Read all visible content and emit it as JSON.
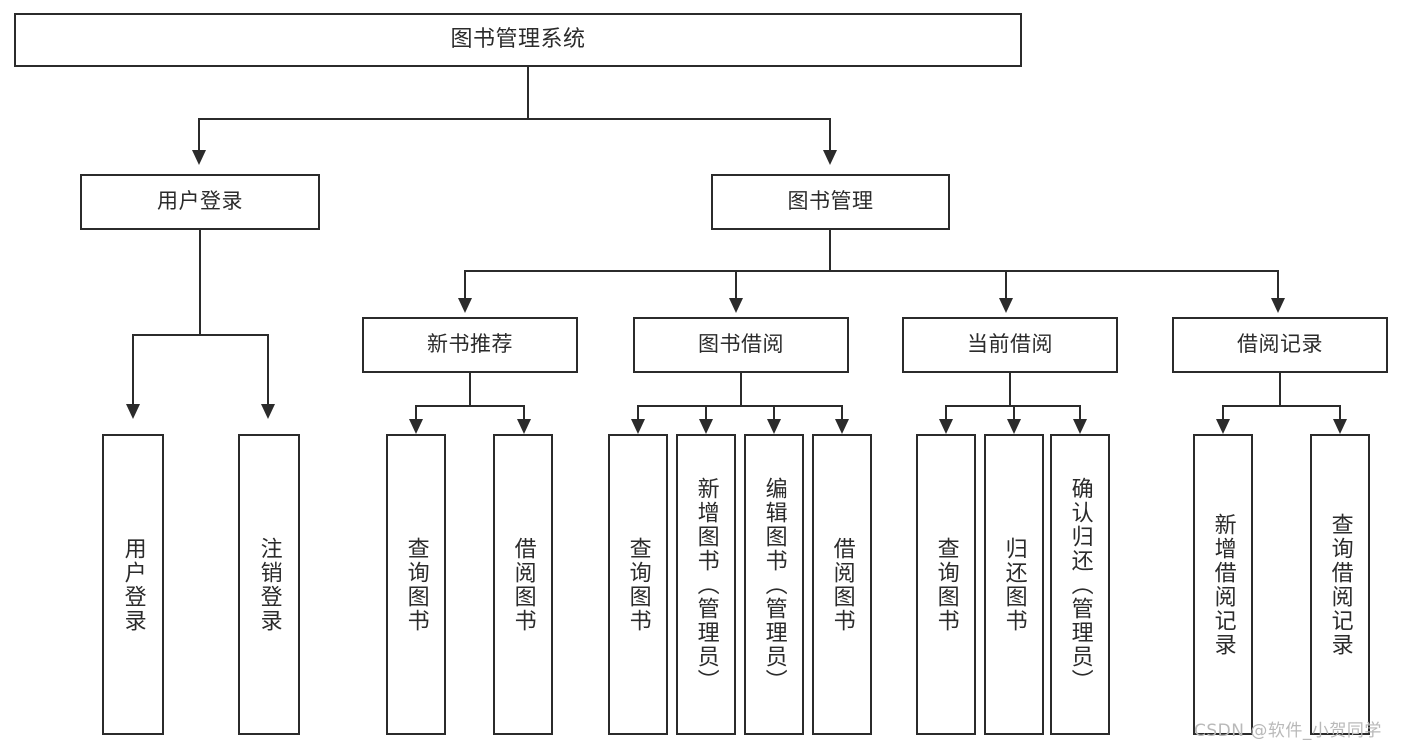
{
  "diagram": {
    "title": "图书管理系统",
    "type": "tree",
    "root": {
      "label": "图书管理系统"
    },
    "level2": [
      {
        "label": "用户登录"
      },
      {
        "label": "图书管理"
      }
    ],
    "level3": [
      {
        "label": "新书推荐"
      },
      {
        "label": "图书借阅"
      },
      {
        "label": "当前借阅"
      },
      {
        "label": "借阅记录"
      }
    ],
    "leaves": {
      "user_login": [
        {
          "label": "用户登录"
        },
        {
          "label": "注销登录"
        }
      ],
      "new_book_recommend": [
        {
          "label": "查询图书"
        },
        {
          "label": "借阅图书"
        }
      ],
      "book_borrow": [
        {
          "label": "查询图书"
        },
        {
          "label": "新增图书（管理员）"
        },
        {
          "label": "编辑图书（管理员）"
        },
        {
          "label": "借阅图书"
        }
      ],
      "current_borrow": [
        {
          "label": "查询图书"
        },
        {
          "label": "归还图书"
        },
        {
          "label": "确认归还（管理员）"
        }
      ],
      "borrow_record": [
        {
          "label": "新增借阅记录"
        },
        {
          "label": "查询借阅记录"
        }
      ]
    }
  },
  "watermark": {
    "text": "CSDN @软件_小贺同学"
  },
  "colors": {
    "stroke": "#2b2b2b",
    "background": "#ffffff",
    "watermark": "#b9b9b9"
  }
}
